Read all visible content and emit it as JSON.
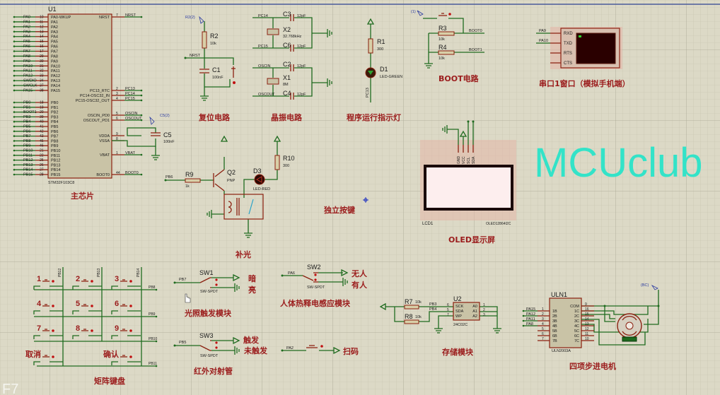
{
  "watermark": "MCUclub",
  "corner_text": "F7",
  "colors": {
    "wire": "#1f6b1f",
    "component": "#8b2010",
    "section_title": "#9b1c1c",
    "watermark": "#33e3c8",
    "background": "#dcd9c6"
  },
  "mcu": {
    "ref": "U1",
    "part": "STM32F103C8",
    "section": "主芯片",
    "left_pins_a": [
      {
        "net": "PA0",
        "num": "10",
        "name": "PA0-WKUP"
      },
      {
        "net": "PA1",
        "num": "11",
        "name": "PA1"
      },
      {
        "net": "PA2",
        "num": "12",
        "name": "PA2"
      },
      {
        "net": "PA3",
        "num": "13",
        "name": "PA3"
      },
      {
        "net": "PA4",
        "num": "14",
        "name": "PA4"
      },
      {
        "net": "PA5",
        "num": "15",
        "name": "PA5"
      },
      {
        "net": "PA6",
        "num": "16",
        "name": "PA6"
      },
      {
        "net": "PA7",
        "num": "17",
        "name": "PA7"
      },
      {
        "net": "PA8",
        "num": "29",
        "name": "PA8"
      },
      {
        "net": "PA9",
        "num": "30",
        "name": "PA9"
      },
      {
        "net": "PA10",
        "num": "31",
        "name": "PA10"
      },
      {
        "net": "PA11",
        "num": "32",
        "name": "PA11"
      },
      {
        "net": "PA12",
        "num": "33",
        "name": "PA12"
      },
      {
        "net": "SWDIO",
        "num": "34",
        "name": "PA13"
      },
      {
        "net": "SWCLK",
        "num": "37",
        "name": "PA14"
      },
      {
        "net": "PA15",
        "num": "38",
        "name": "PA15"
      }
    ],
    "left_pins_b": [
      {
        "net": "PB0",
        "num": "18",
        "name": "PB0"
      },
      {
        "net": "PB1",
        "num": "19",
        "name": "PB1"
      },
      {
        "net": "BOOT1",
        "num": "20",
        "name": "PB2"
      },
      {
        "net": "PB3",
        "num": "39",
        "name": "PB3"
      },
      {
        "net": "PB4",
        "num": "40",
        "name": "PB4"
      },
      {
        "net": "PB5",
        "num": "41",
        "name": "PB5"
      },
      {
        "net": "PB6",
        "num": "42",
        "name": "PB6"
      },
      {
        "net": "PB7",
        "num": "43",
        "name": "PB7"
      },
      {
        "net": "PB8",
        "num": "45",
        "name": "PB8"
      },
      {
        "net": "PB9",
        "num": "46",
        "name": "PB9"
      },
      {
        "net": "PB10",
        "num": "21",
        "name": "PB10"
      },
      {
        "net": "PB11",
        "num": "22",
        "name": "PB11"
      },
      {
        "net": "PB12",
        "num": "25",
        "name": "PB12"
      },
      {
        "net": "PB13",
        "num": "26",
        "name": "PB13"
      },
      {
        "net": "PB14",
        "num": "27",
        "name": "PB14"
      },
      {
        "net": "PB15",
        "num": "28",
        "name": "PB15"
      }
    ],
    "right_pins": [
      {
        "net": "NRST",
        "num": "7",
        "name": "NRST"
      },
      {
        "net": "PC13",
        "num": "2",
        "name": "PC13_RTC"
      },
      {
        "net": "PC14",
        "num": "3",
        "name": "PC14-OSC32_IN"
      },
      {
        "net": "PC15",
        "num": "4",
        "name": "PC15-OSC32_OUT"
      },
      {
        "net": "OSCIN",
        "num": "5",
        "name": "OSCIN_PD0"
      },
      {
        "net": "OSCOUT",
        "num": "6",
        "name": "OSCOUT_PD1"
      },
      {
        "net": "",
        "num": "9",
        "name": "VDDA"
      },
      {
        "net": "",
        "num": "8",
        "name": "VSSA"
      },
      {
        "net": "VBAT",
        "num": "1",
        "name": "VBAT"
      },
      {
        "net": "BOOT0",
        "num": "44",
        "name": "BOOT0"
      }
    ],
    "c5": {
      "probe": "C5(2)",
      "ref": "C5",
      "value": "100nF"
    }
  },
  "reset": {
    "section": "复位电路",
    "probe": "R2(2)",
    "r_ref": "R2",
    "r_val": "10k",
    "net": "NRST",
    "c_ref": "C1",
    "c_val": "100nF"
  },
  "crystal": {
    "section": "晶振电路",
    "pc14": "PC14",
    "pc15": "PC15",
    "c3": "C3",
    "c6": "C6",
    "c2": "C2",
    "c4": "C4",
    "cval": "12pF",
    "x2": "X2",
    "x2_val": "32.768kHz",
    "oscin": "OSCIN",
    "oscout": "OSCOUT",
    "x1": "X1",
    "x1_val": "8M"
  },
  "run_led": {
    "section": "程序运行指示灯",
    "r_ref": "R1",
    "r_val": "300",
    "d_ref": "D1",
    "d_val": "LED-GREEN",
    "net": "PC13"
  },
  "boot": {
    "section": "BOOT电路",
    "probe": "(1)",
    "r3": "R3",
    "r3_val": "10k",
    "r4": "R4",
    "r4_val": "10k",
    "boot0": "BOOT0",
    "boot1": "BOOT1"
  },
  "serial": {
    "section": "串口1窗口（模拟手机端）",
    "pa9": "PA9",
    "pa10": "PA10",
    "pins": [
      "RXD",
      "TXD",
      "RTS",
      "CTS"
    ]
  },
  "fill_light": {
    "section": "补光",
    "net": "PB6",
    "r9": "R9",
    "r9_val": "1k",
    "q2": "Q2",
    "q2_val": "PNP",
    "d3": "D3",
    "d3_val": "LED-RED",
    "r10": "R10",
    "r10_val": "300"
  },
  "standalone_key": {
    "section": "独立按键"
  },
  "oled": {
    "section": "OLED显示屏",
    "ref": "LCD1",
    "part": "OLED12864I2C",
    "pins": [
      "GND",
      "VCC",
      "SCL",
      "SDA"
    ]
  },
  "keypad": {
    "section": "矩阵键盘",
    "keys": [
      "1",
      "2",
      "3",
      "4",
      "5",
      "6",
      "7",
      "8",
      "9"
    ],
    "cancel": "取消",
    "confirm": "确认",
    "cols": [
      "PB12",
      "PB13",
      "PB14"
    ],
    "rows": [
      "PB8",
      "PB9",
      "PB10",
      "PB11"
    ]
  },
  "light_sensor": {
    "section": "光照触发模块",
    "net": "PB7",
    "ref": "SW1",
    "part": "SW-SPDT",
    "on": "暗",
    "off": "亮"
  },
  "pir": {
    "section": "人体热释电感应模块",
    "net": "PA6",
    "ref": "SW2",
    "part": "SW-SPDT",
    "on": "无人",
    "off": "有人"
  },
  "ir": {
    "section": "红外对射管",
    "net": "PB5",
    "ref": "SW3",
    "part": "SW-SPDT",
    "on": "触发",
    "off": "未触发"
  },
  "scan": {
    "section": "扫码",
    "net": "PA2"
  },
  "storage": {
    "section": "存储模块",
    "r7": "R7",
    "r7_val": "10k",
    "r8": "R8",
    "r8_val": "10k",
    "pb3": "PB3",
    "pb4": "PB4",
    "ref": "U2",
    "part": "24C02C",
    "left_pins": [
      {
        "num": "6",
        "name": "SCK"
      },
      {
        "num": "5",
        "name": "SDA"
      },
      {
        "num": "7",
        "name": "WP"
      }
    ],
    "right_pins": [
      {
        "num": "1",
        "name": "A0"
      },
      {
        "num": "2",
        "name": "A1"
      },
      {
        "num": "3",
        "name": "A2"
      }
    ]
  },
  "stepper": {
    "section": "四项步进电机",
    "ref": "ULN1",
    "part": "ULN2003A",
    "probe": "(BC)",
    "nets": [
      "PA15",
      "PA12",
      "PA11",
      "PA8"
    ],
    "left_pins": [
      {
        "num": "1",
        "name": "1B"
      },
      {
        "num": "2",
        "name": "2B"
      },
      {
        "num": "3",
        "name": "3B"
      },
      {
        "num": "4",
        "name": "4B"
      },
      {
        "num": "5",
        "name": "5B"
      },
      {
        "num": "6",
        "name": "6B"
      },
      {
        "num": "7",
        "name": "7B"
      }
    ],
    "right_pins": [
      {
        "num": "9",
        "name": "COM"
      },
      {
        "num": "16",
        "name": "1C"
      },
      {
        "num": "15",
        "name": "2C"
      },
      {
        "num": "14",
        "name": "3C"
      },
      {
        "num": "13",
        "name": "4C"
      },
      {
        "num": "12",
        "name": "5C"
      },
      {
        "num": "11",
        "name": "6C"
      },
      {
        "num": "10",
        "name": "7C"
      }
    ]
  }
}
